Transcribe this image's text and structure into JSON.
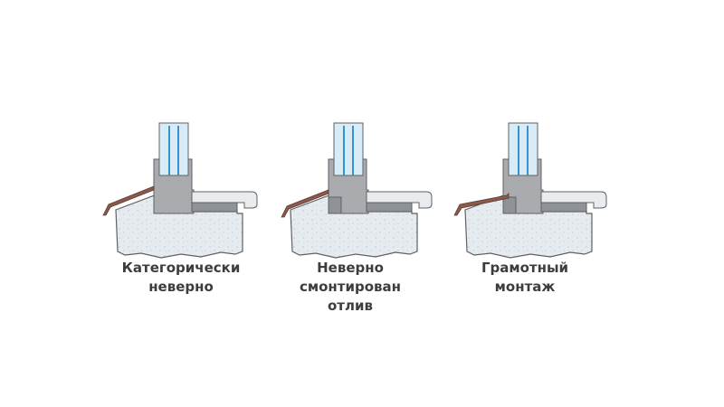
{
  "colors": {
    "background": "#ffffff",
    "stone": "#e6ebf0",
    "stone_outline": "#5e6064",
    "frame": "#a9abae",
    "glass": "#d8ecf7",
    "glass_line": "#3a93c8",
    "sill_drip": "#8a5a4c",
    "sill_board": "#e9ecef",
    "seal": "#8f9296",
    "text": "#3d3d3d"
  },
  "panels": [
    {
      "id": "categorically-wrong",
      "caption_lines": [
        "Категорически",
        "неверно"
      ]
    },
    {
      "id": "wrongly-mounted-drip",
      "caption_lines": [
        "Неверно",
        "смонтирован",
        "отлив"
      ]
    },
    {
      "id": "correct-installation",
      "caption_lines": [
        "Грамотный",
        "монтаж"
      ]
    }
  ]
}
